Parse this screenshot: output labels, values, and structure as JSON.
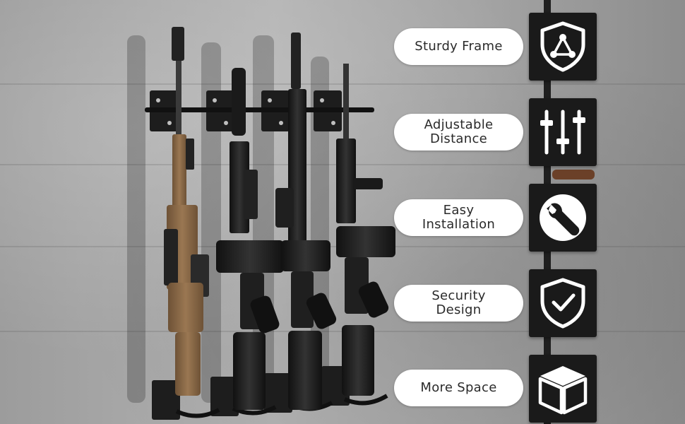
{
  "features": [
    {
      "label": "Sturdy Frame",
      "icon": "shield-network-icon"
    },
    {
      "label": "Adjustable\nDistance",
      "icon": "sliders-icon"
    },
    {
      "label": "Easy\nInstallation",
      "icon": "wrench-icon"
    },
    {
      "label": "Security\nDesign",
      "icon": "shield-check-icon"
    },
    {
      "label": "More Space",
      "icon": "box-icon"
    }
  ],
  "colors": {
    "tile": "#1a1a1a",
    "pill": "#ffffff",
    "rifle_tan": "#8a6a48",
    "rifle_black": "#1f1f1f"
  }
}
